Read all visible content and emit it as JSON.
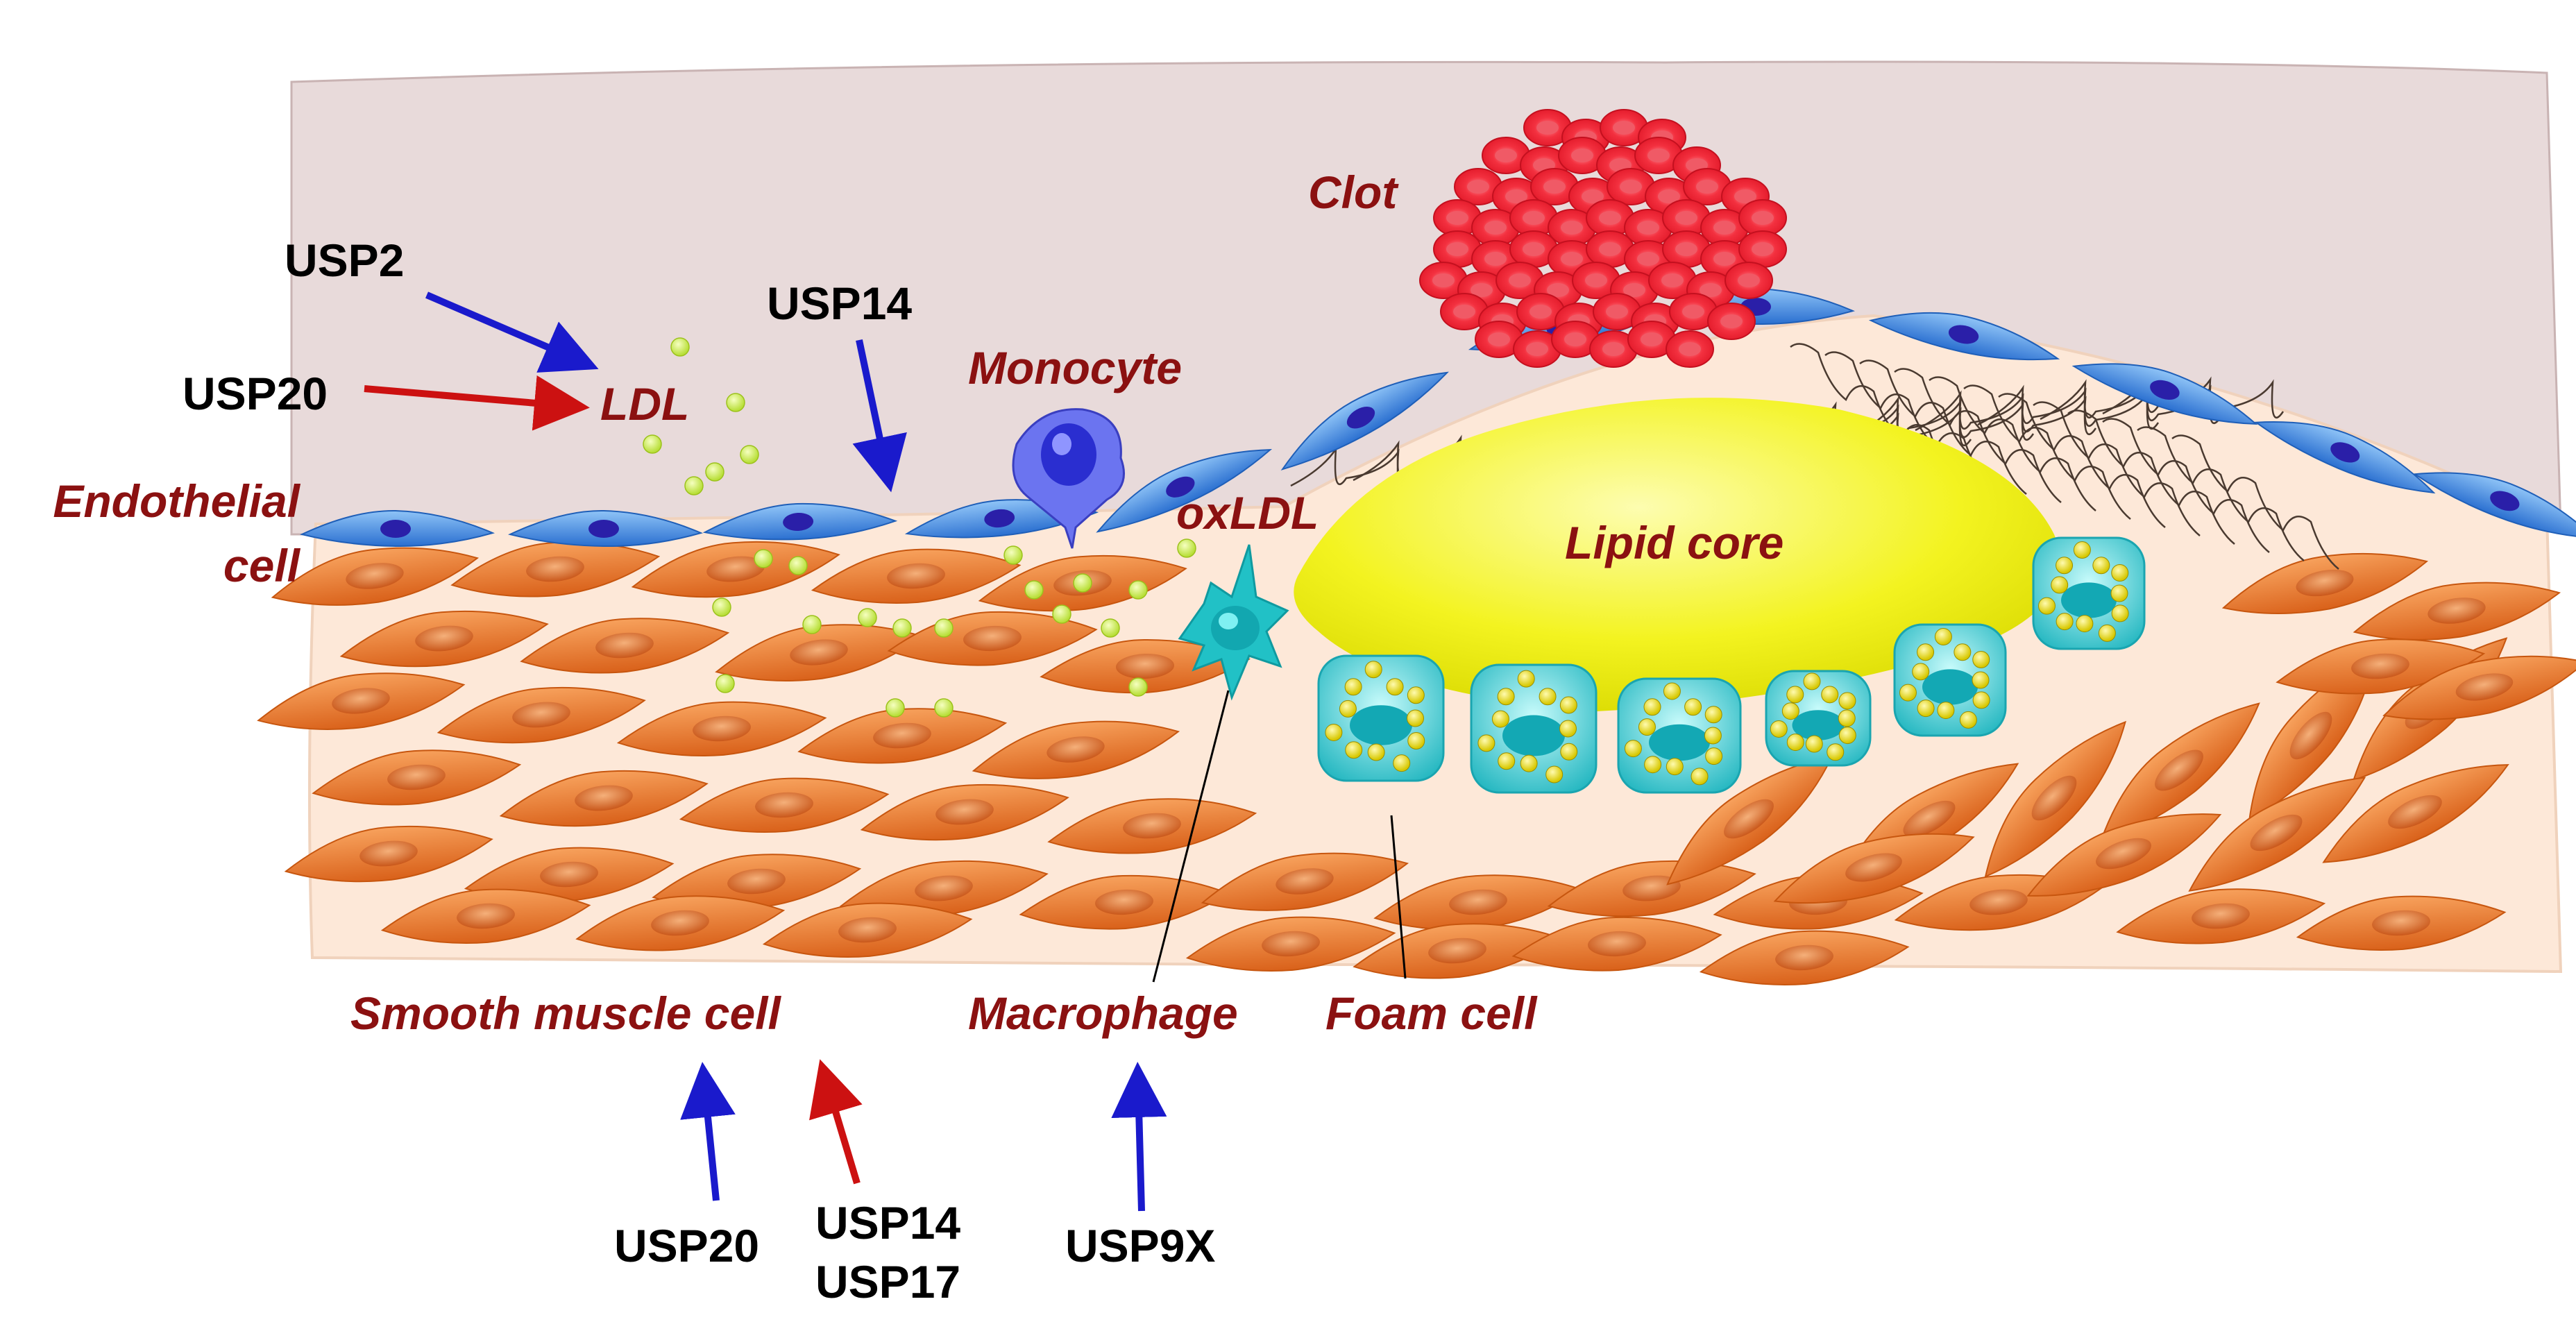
{
  "labels": {
    "clot": "Clot",
    "ldl": "LDL",
    "monocyte": "Monocyte",
    "endothelial_line1": "Endothelial",
    "endothelial_line2": "cell",
    "oxldl": "oxLDL",
    "lipid_core": "Lipid core",
    "smooth_muscle_cell": "Smooth muscle cell",
    "macrophage": "Macrophage",
    "foam_cell": "Foam cell"
  },
  "regulators": {
    "usp2": "USP2",
    "usp20_top": "USP20",
    "usp14_top": "USP14",
    "usp20_bottom": "USP20",
    "usp14_bottom": "USP14",
    "usp17_bottom": "USP17",
    "usp9x": "USP9X"
  },
  "colors": {
    "inhibitory_arrow": "#1a1acc",
    "promoting_arrow": "#cc1111",
    "label_text": "#8b1111",
    "lumen": "#e8dada",
    "vessel_wall": "#fde8d8",
    "lipid_core": "#f2f21a",
    "smooth_muscle": "#e8782a",
    "endothelium": "#3a8ee6",
    "macrophage": "#2bc4c4",
    "red_blood_cell": "#ee3344",
    "ldl_particle": "#d8f06a"
  }
}
